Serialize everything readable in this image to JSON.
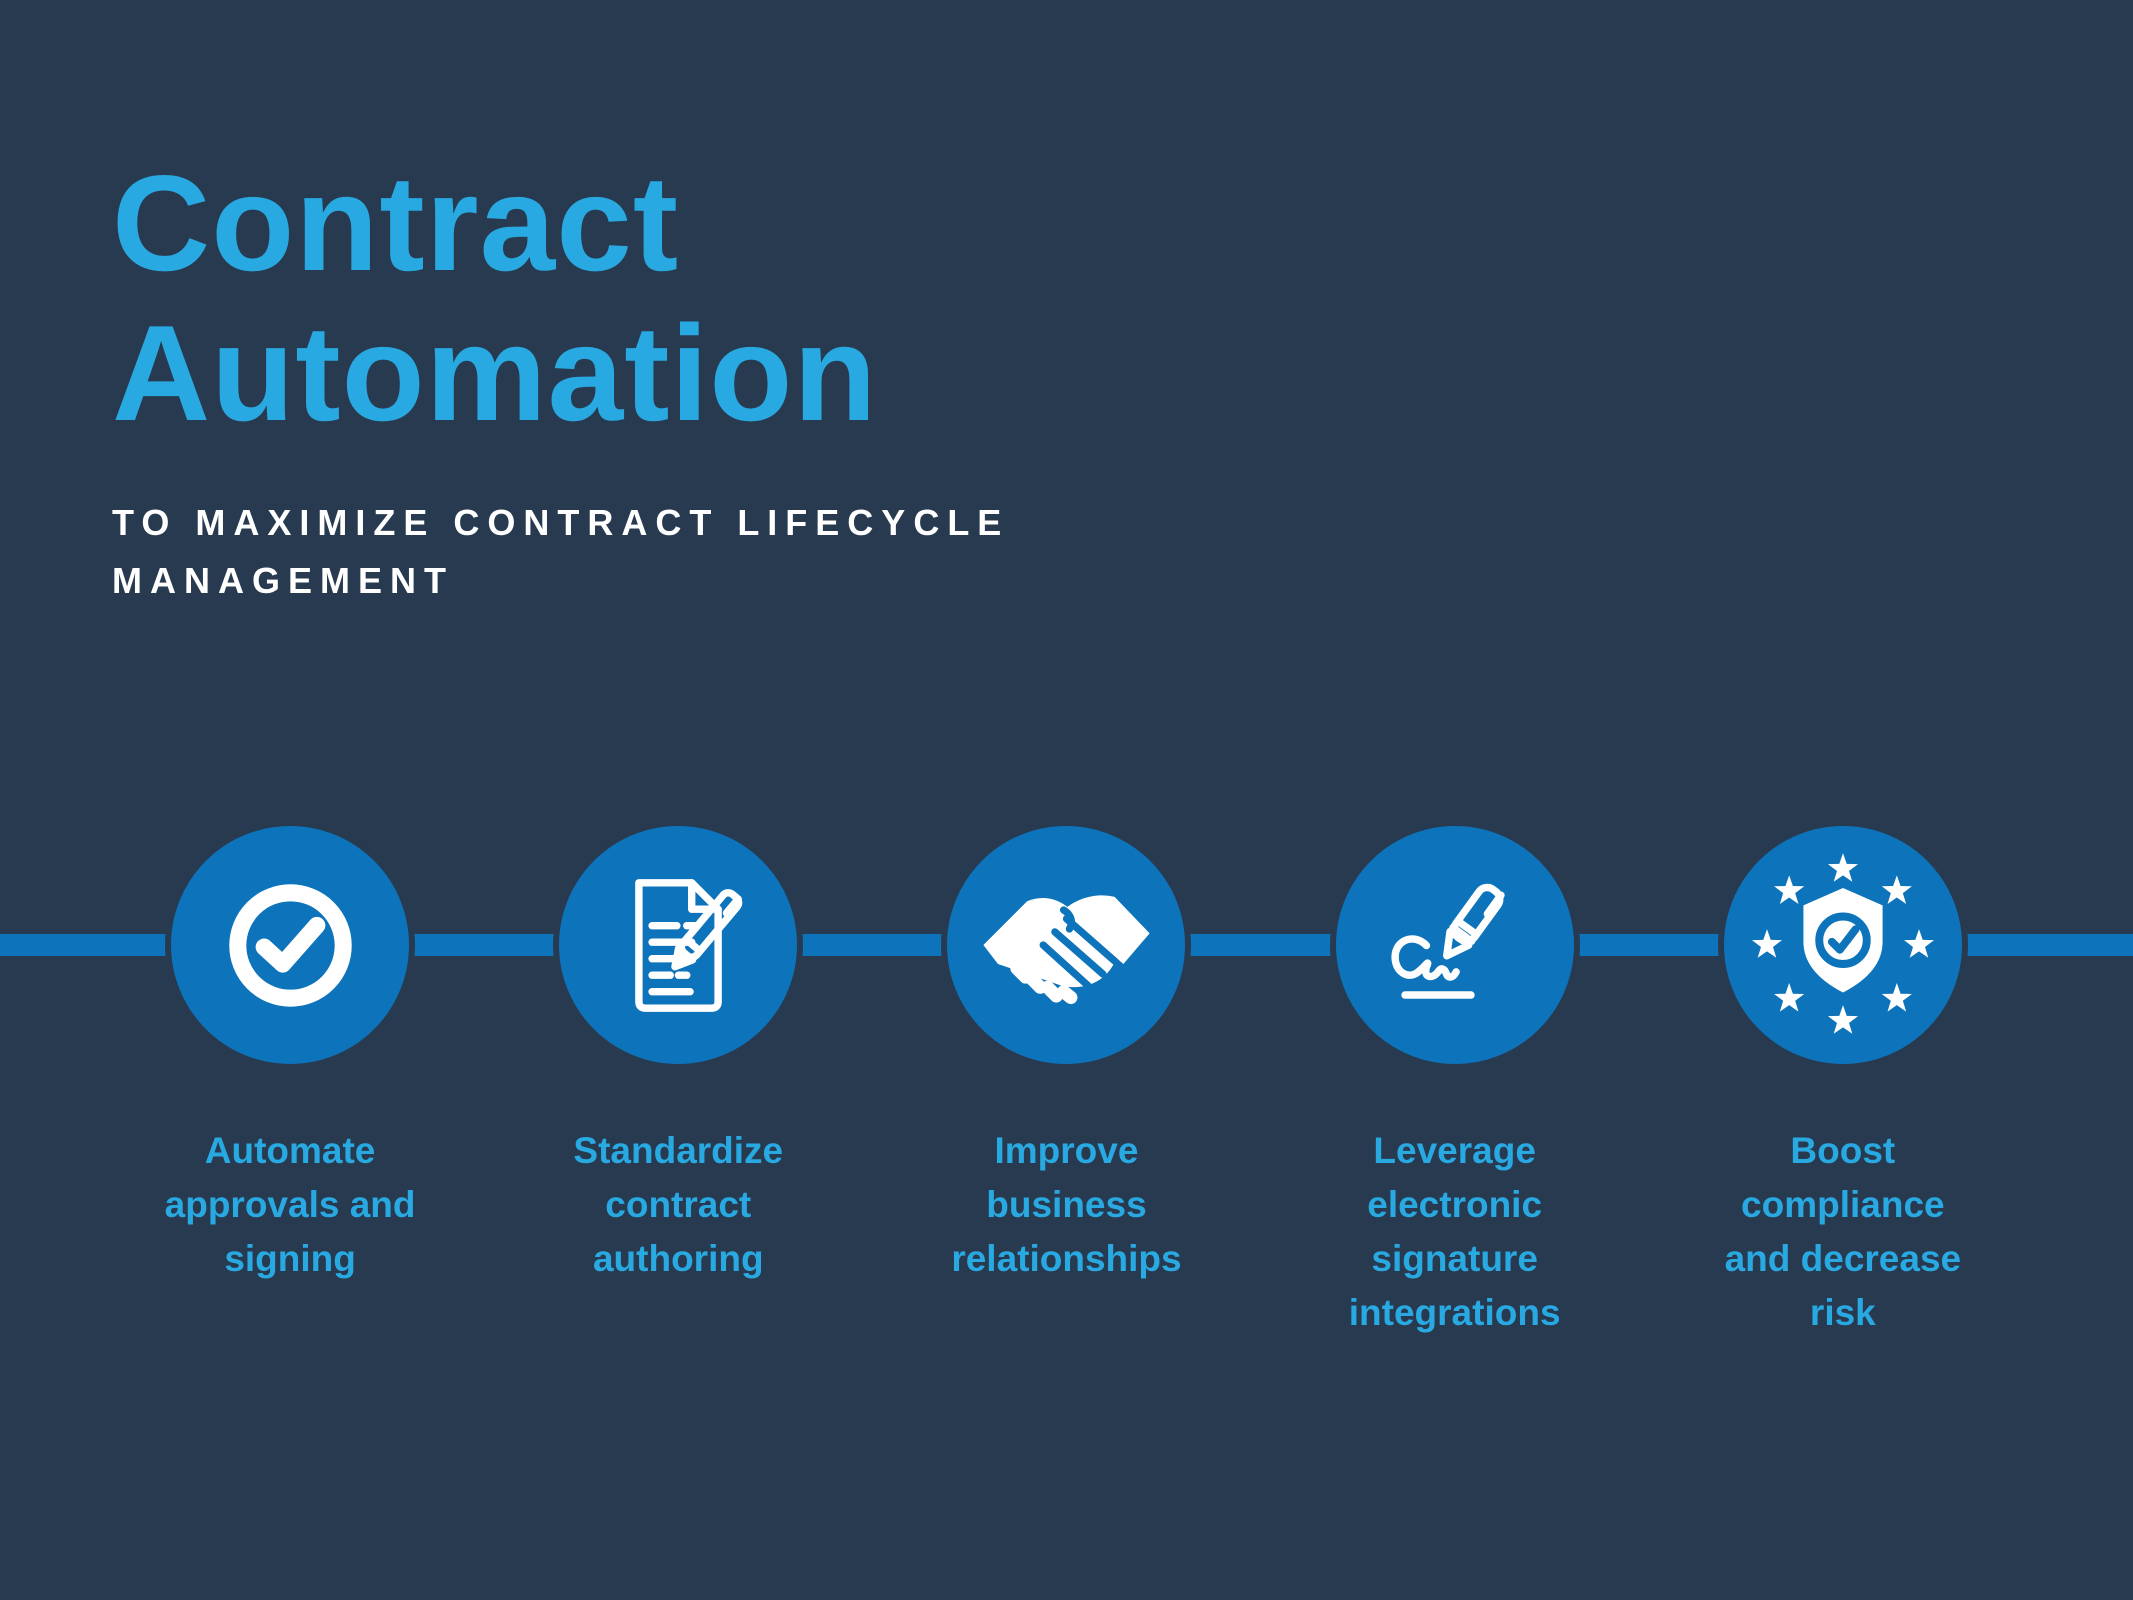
{
  "colors": {
    "background_navy": "#283A50",
    "accent_blue_circles_line": "#0D73BA",
    "text_blue": "#29A9E2",
    "text_white": "#FFFFFF"
  },
  "header": {
    "title": "Contract Automation",
    "title_lines": [
      "Contract",
      "Automation"
    ],
    "subtitle": "TO MAXIMIZE CONTRACT LIFECYCLE MANAGEMENT",
    "subtitle_lines": [
      "TO MAXIMIZE CONTRACT LIFECYCLE",
      "MANAGEMENT"
    ]
  },
  "timeline": {
    "items": [
      {
        "icon": "check-circle-icon",
        "label": "Automate approvals and signing",
        "label_lines": [
          "Automate",
          "approvals and",
          "signing"
        ]
      },
      {
        "icon": "contract-document-pen-icon",
        "label": "Standardize contract authoring",
        "label_lines": [
          "Standardize",
          "contract",
          "authoring"
        ]
      },
      {
        "icon": "handshake-icon",
        "label": "Improve business relationships",
        "label_lines": [
          "Improve",
          "business",
          "relationships"
        ]
      },
      {
        "icon": "signature-pen-icon",
        "label": "Leverage electronic signature integrations",
        "label_lines": [
          "Leverage",
          "electronic",
          "signature",
          "integrations"
        ]
      },
      {
        "icon": "shield-stars-icon",
        "label": "Boost compliance and decrease risk",
        "label_lines": [
          "Boost",
          "compliance",
          "and decrease",
          "risk"
        ]
      }
    ]
  }
}
